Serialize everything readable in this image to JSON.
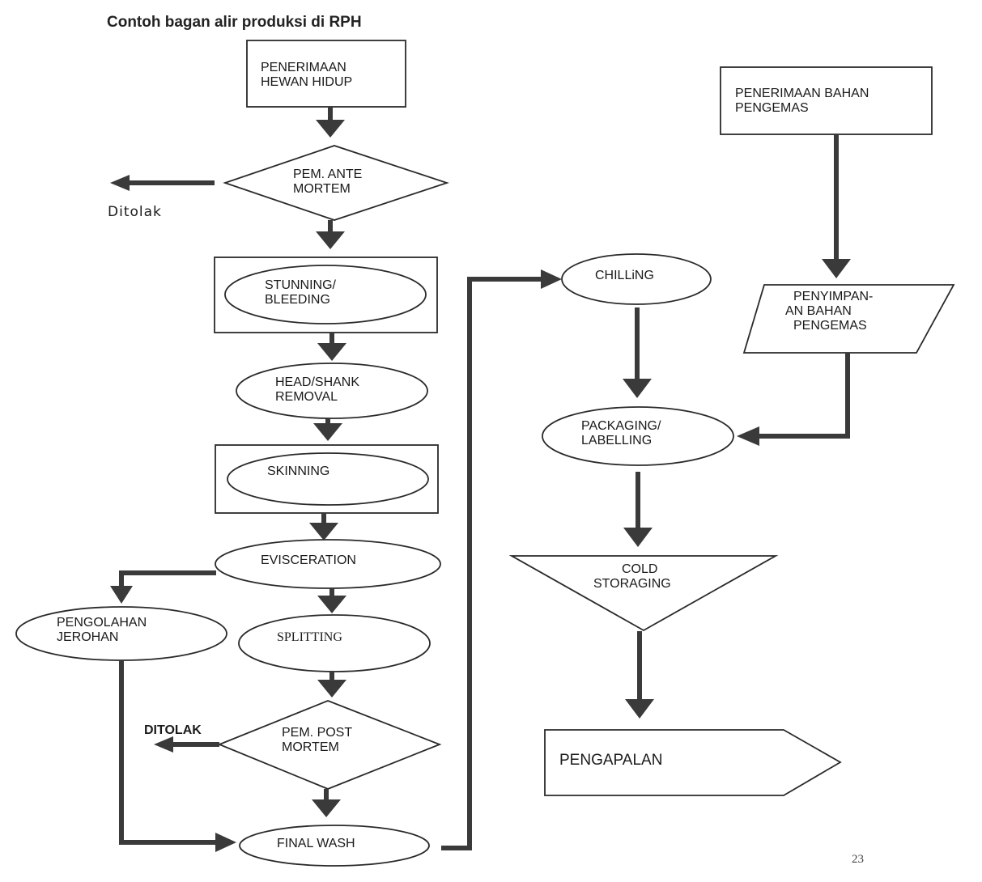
{
  "title": "Contoh bagan alir produksi di RPH",
  "page_number": "23",
  "nodes": {
    "penerimaan_hewan": [
      "PENERIMAAN",
      "HEWAN HIDUP"
    ],
    "ante_mortem": [
      "PEM.  ANTE",
      "MORTEM"
    ],
    "ditolak_1": "Ditolak",
    "stunning": [
      "STUNNING/",
      "BLEEDING"
    ],
    "head_shank": [
      "HEAD/SHANK",
      "REMOVAL"
    ],
    "skinning": [
      "SKINNING"
    ],
    "evisceration": [
      "EVISCERATION"
    ],
    "pengolahan_jerohan": [
      "PENGOLAHAN",
      "JEROHAN"
    ],
    "splitting": [
      "SPLITTING"
    ],
    "post_mortem": [
      "PEM. POST",
      "MORTEM"
    ],
    "ditolak_2": "DITOLAK",
    "final_wash": [
      "FINAL WASH"
    ],
    "chilling": [
      "CHILLiNG"
    ],
    "packaging": [
      "PACKAGING/",
      "LABELLING"
    ],
    "cold_storaging": [
      "COLD",
      "STORAGING"
    ],
    "pengapalan": [
      "PENGAPALAN"
    ],
    "penerimaan_bahan": [
      "PENERIMAAN BAHAN",
      "PENGEMAS"
    ],
    "penyimpanan_bahan": [
      "PENYIMPAN-",
      "AN BAHAN",
      "PENGEMAS"
    ]
  }
}
